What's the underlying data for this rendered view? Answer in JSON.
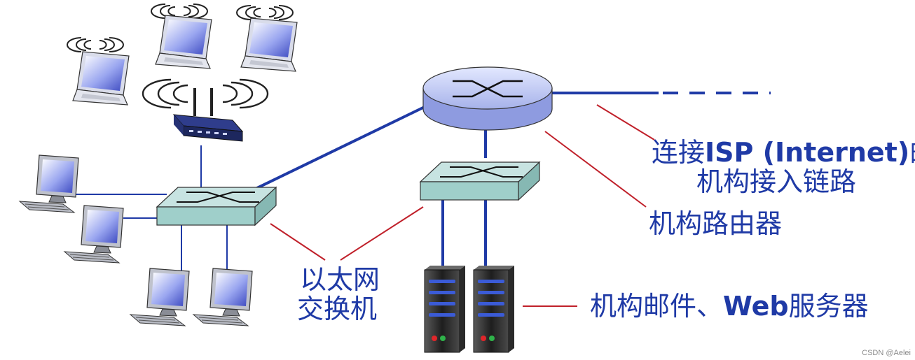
{
  "labels": {
    "isp_link_line1_prefix": "连接",
    "isp_link_line1_bold": "ISP (Internet)",
    "isp_link_line1_suffix": "的",
    "isp_link_line2": "机构接入链路",
    "router": "机构路由器",
    "ethernet_switch_line1": "以太网",
    "ethernet_switch_line2": "交换机",
    "servers_prefix": "机构邮件、",
    "servers_bold": "Web",
    "servers_suffix": "服务器"
  },
  "watermark": "CSDN @Aelei",
  "colors": {
    "label_text": "#1f3aa6",
    "link_line": "#1f3aa6",
    "callout_line": "#c0202a",
    "router_body": "#b9c3ee",
    "switch_body": "#a8d2cf"
  },
  "icons": [
    "laptop-icon",
    "wifi-signal-icon",
    "wireless-router-icon",
    "desktop-computer-icon",
    "ethernet-switch-icon",
    "router-icon",
    "server-icon"
  ]
}
